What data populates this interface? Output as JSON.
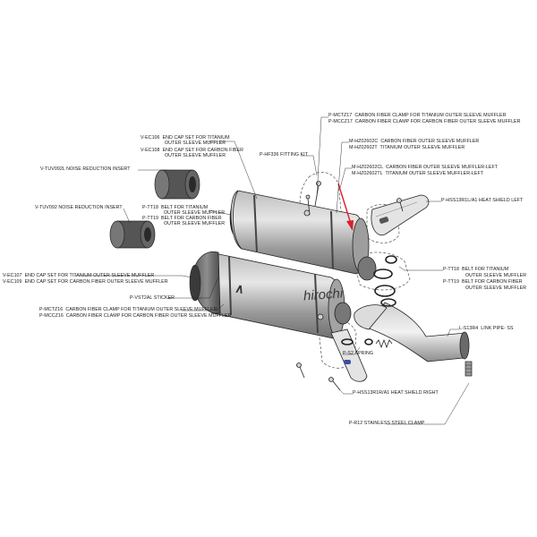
{
  "watermark": "hirochi",
  "labels": {
    "ec106_1": "V-EC106  END CAP SET FOR TITANIUM",
    "ec106_2": "OUTER SLEEVE MUFFLER",
    "ec108_1": "V-EC108  END CAP SET FOR CARBON FIBER",
    "ec108_2": "OUTER SLEEVE MUFFLER",
    "tuv092l": "V-TUV092L NOISE REDUCTION INSERT",
    "tuv092": "V-TUV092 NOISE REDUCTION INSERT",
    "tt18a_1": "P-TT18  BELT FOR TITANIUM",
    "tt18a_2": "OUTER SLEEVE MUFFLER",
    "tt19a_1": "P-TT19  BELT FOR CARBON FIBER",
    "tt19a_2": "OUTER SLEEVE MUFFLER",
    "ec107": "V-EC107  END CAP SET FOR TITANIUM OUTER SLEEVE MUFFLER",
    "ec109": "V-EC109  END CAP SET FOR CARBON FIBER OUTER SLEEVE MUFFLER",
    "vst2al": "P-VST2AL STICKER",
    "mctz16": "P-MCTZ16  CARBON FIBER CLAMP FOR TITANIUM OUTER SLEEVE MUFFLER",
    "mccz16": "P-MCCZ16  CARBON FIBER CLAMP FOR CARBON FIBER OUTER SLEEVE MUFFLER",
    "hf336": "P-HF336 FITTING KIT",
    "mctz17": "P-MCTZ17  CARBON FIBER CLAMP FOR TITANIUM OUTER SLEEVE MUFFLER",
    "mccz17": "P-MCCZ17  CARBON FIBER CLAMP FOR CARBON FIBER OUTER SLEEVE MUFFLER",
    "hz02602c": "M-HZ02602C  CARBON FIBER OUTER SLEEVE MUFFLER",
    "hz02602t": "M-HZ02602T  TITANIUM OUTER SLEEVE MUFFLER",
    "hz02602cl": "M-HZ02602CL  CARBON FIBER OUTER SLEEVE MUFFLER-LEFT",
    "hz02602tl": "M-HZ02602TL  TITANIUM OUTER SLEEVE MUFFLER-LEFT",
    "hss13l": "P-HSS13R1L/A1 HEAT SHIELD LEFT",
    "tt18b_1": "P-TT18  BELT FOR TITANIUM",
    "tt18b_2": "OUTER SLEEVE MUFFLER",
    "tt19b_1": "P-TT19  BELT FOR CARBON FIBER",
    "tt19b_2": "OUTER SLEEVE MUFFLER",
    "s13r4": "L-S13R4  LINK PIPE- SS",
    "s2": "P-S2 SPRING",
    "hss13r": "P-HSS13R1R/A1 HEAT SHIELD RIGHT",
    "r12": "P-R12 STAINLESS STEEL CLAMP"
  },
  "colors": {
    "line": "#1a1a1a",
    "part_fill": "#d4d4d4",
    "part_dark": "#7a7a7a",
    "arrow": "#d8202c"
  }
}
